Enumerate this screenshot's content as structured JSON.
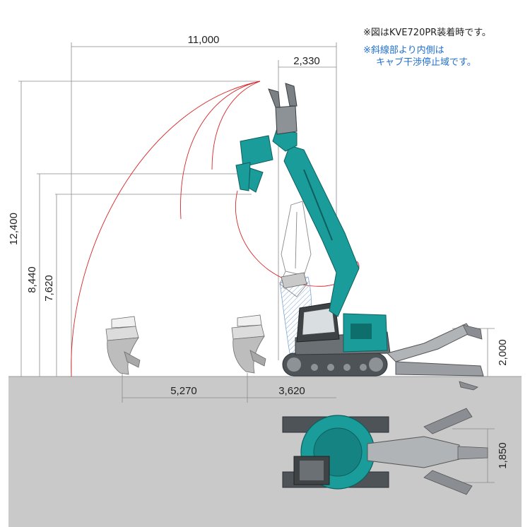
{
  "notes": {
    "fitted_attachment": "※図はKVE720PR装着時です。",
    "interference_line1": "※斜線部より内側は",
    "interference_line2": "キャブ干渉停止域です。"
  },
  "dimensions": {
    "max_reach_radius": "11,000",
    "front_swing_radius": "2,330",
    "max_working_height": "12,400",
    "height_2": "8,440",
    "height_3": "7,620",
    "reach_5270": "5,270",
    "reach_3620": "3,620",
    "rear_height": "2,000",
    "top_view_width": "1,850"
  },
  "colors": {
    "machine_teal": "#1a9c9a",
    "machine_dark": "#555a5e",
    "ground": "#c9c9c9",
    "arc_red": "#d8262a",
    "note_blue": "#1f6fd1"
  }
}
